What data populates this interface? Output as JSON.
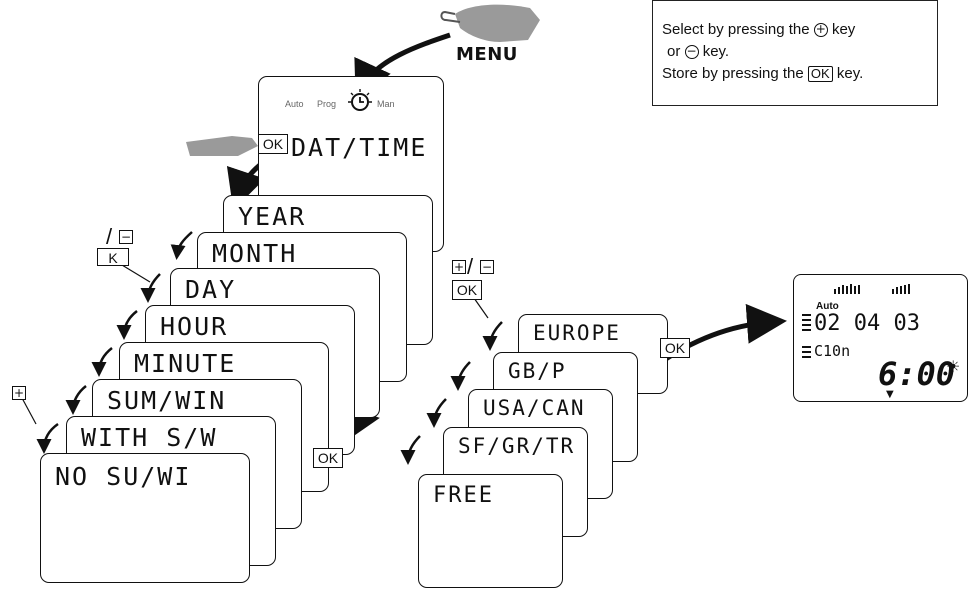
{
  "instructions": {
    "line1_text": "Select by pressing the",
    "line1_suffix": "key",
    "plus_symbol": "+",
    "line2_prefix": "or",
    "minus_symbol": "−",
    "line2_suffix": "key.",
    "line3_prefix": "Store by pressing the",
    "ok_key": "OK",
    "line3_suffix": "key."
  },
  "menu_label": "MENU",
  "modes": [
    "Auto",
    "Prog",
    "Man"
  ],
  "ok_key": "OK",
  "k_key": "K",
  "slash": "/",
  "plus": "+",
  "minus": "−",
  "date_time_screen": "DAT/TIME",
  "date_items": [
    "YEAR",
    "MONTH",
    "DAY",
    "HOUR",
    "MINUTE",
    "SUM/WIN",
    "WITH S/W",
    "NO SU/WI"
  ],
  "region_items": [
    "EUROPE",
    "GB/P",
    "USA/CAN",
    "SF/GR/TR",
    "FREE"
  ],
  "display": {
    "auto": "Auto",
    "date": "02  04 03",
    "mode": "C10n",
    "time": "6:00",
    "sun": "☀",
    "pointer": "▼"
  },
  "colors": {
    "ink": "#111111",
    "hand": "#9a9a9a"
  },
  "icons": [
    "pointing-hand-icon",
    "clock-icon",
    "arrow-icon"
  ]
}
